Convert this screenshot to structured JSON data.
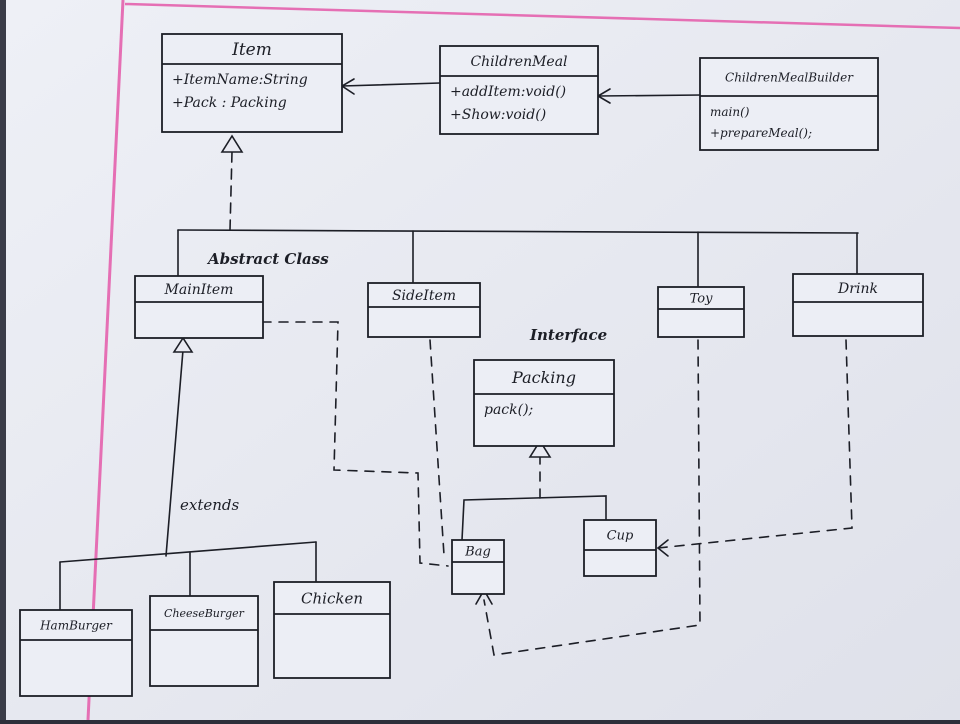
{
  "annotations": {
    "abstract_class": "Abstract Class",
    "interface": "Interface",
    "extends": "extends"
  },
  "classes": {
    "item": {
      "name": "Item",
      "members": [
        "+ItemName:String",
        "+Pack : Packing"
      ]
    },
    "children_meal": {
      "name": "ChildrenMeal",
      "members": [
        "+addItem:void()",
        "+Show:void()"
      ]
    },
    "builder": {
      "name": "ChildrenMealBuilder",
      "members": [
        "main()",
        "+prepareMeal();"
      ]
    },
    "main_item": {
      "name": "MainItem",
      "members": []
    },
    "side_item": {
      "name": "SideItem",
      "members": []
    },
    "toy": {
      "name": "Toy",
      "members": []
    },
    "drink": {
      "name": "Drink",
      "members": []
    },
    "packing": {
      "name": "Packing",
      "members": [
        "pack();"
      ]
    },
    "bag": {
      "name": "Bag",
      "members": []
    },
    "cup": {
      "name": "Cup",
      "members": []
    },
    "hamburger": {
      "name": "HamBurger",
      "members": []
    },
    "cheeseburger": {
      "name": "CheeseBurger",
      "members": []
    },
    "chicken": {
      "name": "Chicken",
      "members": []
    }
  },
  "colors": {
    "paper": "#e9eaf2",
    "ink": "#1c1e26",
    "margin_line": "#e56fb4",
    "background": "#2d2f3a"
  }
}
